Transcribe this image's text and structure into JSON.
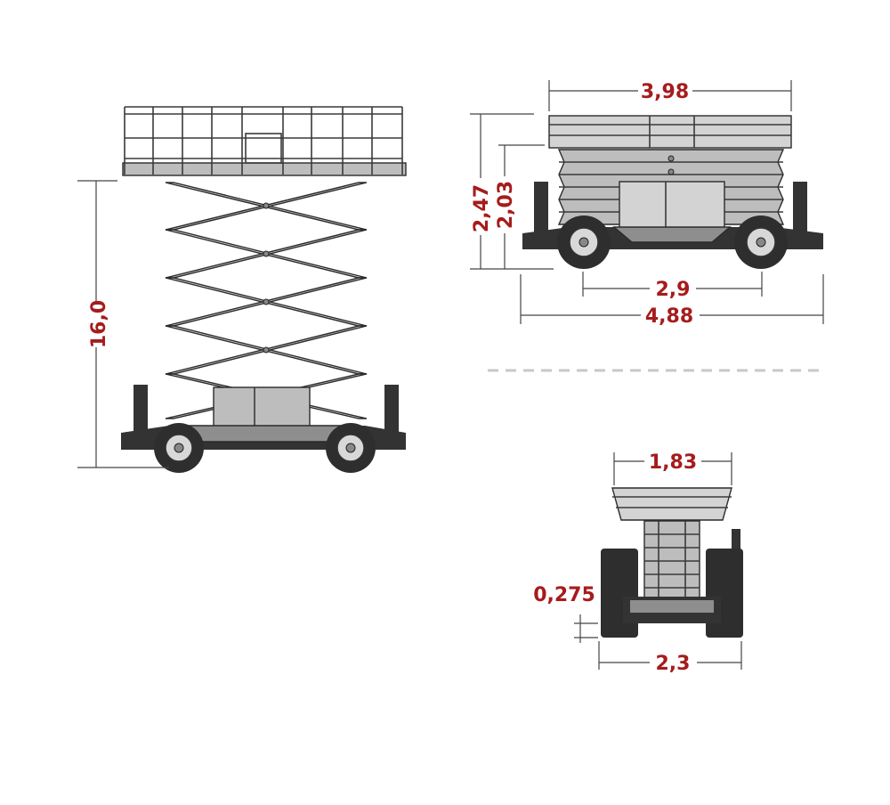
{
  "colors": {
    "dimension_text": "#a51c1c",
    "machine_body": "#bdbdbd",
    "tires": "#2e2e2e",
    "divider": "#c8c8c8"
  },
  "dimensions": {
    "platform_height": "16,0",
    "overall_height": "2,47",
    "stowed_height": "2,03",
    "platform_length": "3,98",
    "wheelbase": "2,9",
    "overall_length": "4,88",
    "platform_width": "1,83",
    "ground_clearance": "0,275",
    "overall_width": "2,3"
  }
}
